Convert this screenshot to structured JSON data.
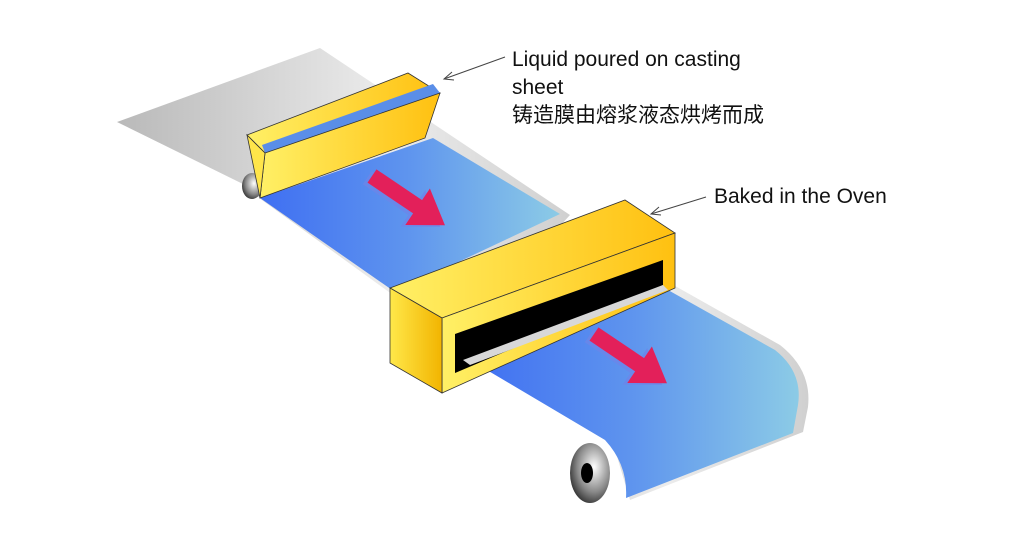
{
  "labels": {
    "casting_line1": "Liquid poured on casting",
    "casting_line2": "sheet",
    "casting_chinese": "铸造膜由熔浆液态烘烤而成",
    "oven": "Baked in the Oven"
  },
  "colors": {
    "film_blue": "#4a78f0",
    "film_light": "#86c6e8",
    "box_yellow": "#ffd21a",
    "arrow_red": "#e3205a",
    "sheet_gray": "#c8c8c8"
  }
}
